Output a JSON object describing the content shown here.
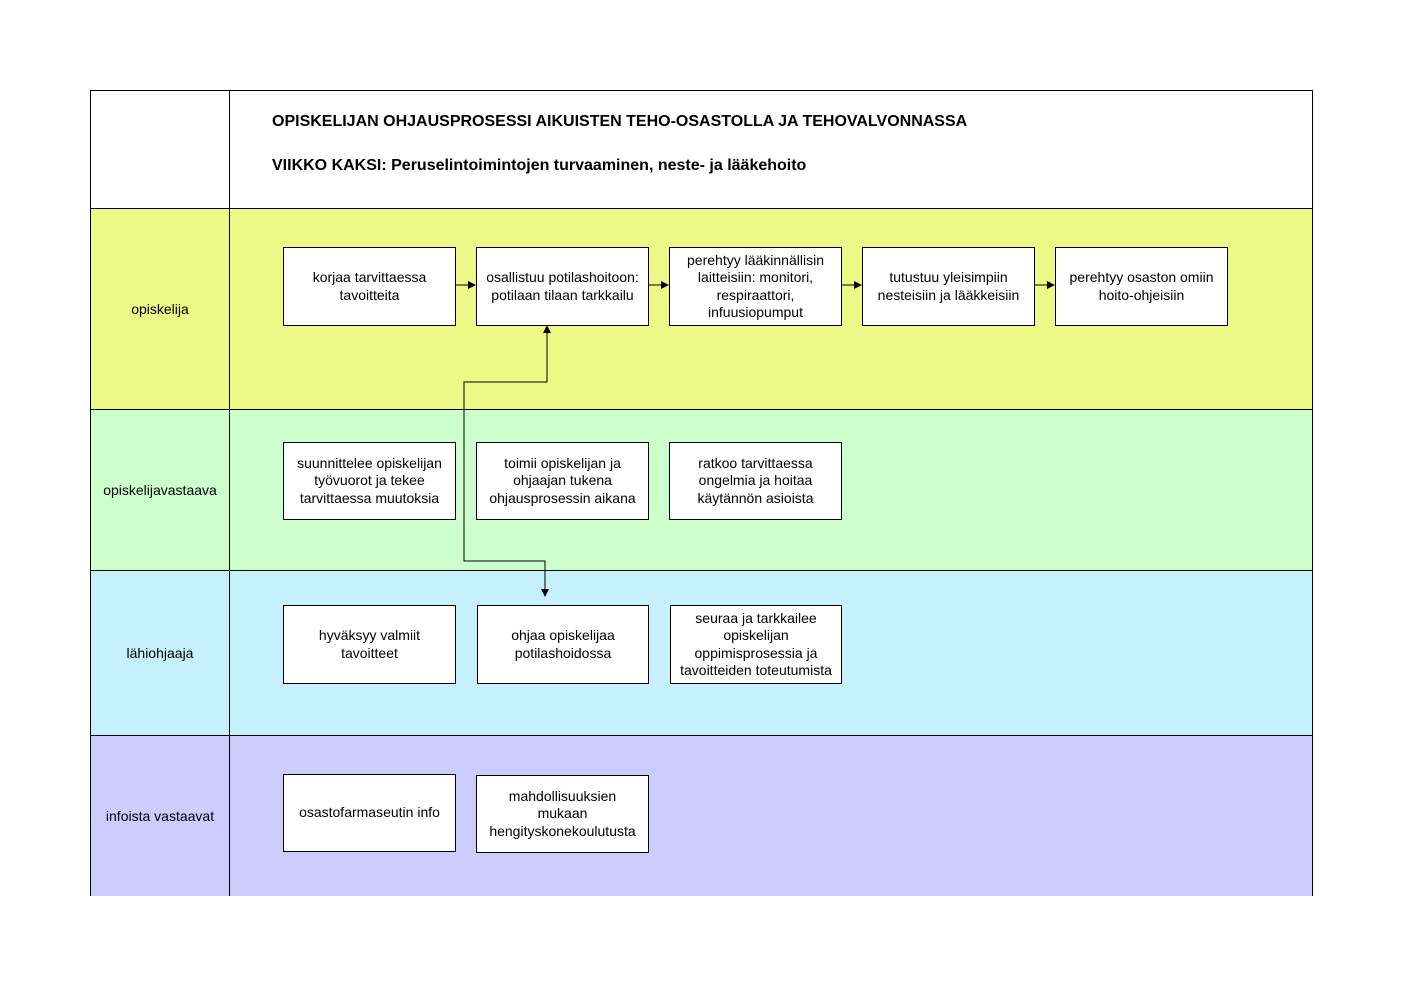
{
  "header": {
    "title": "OPISKELIJAN OHJAUSPROSESSI AIKUISTEN TEHO-OSASTOLLA JA TEHOVALVONNASSA",
    "subtitle": "VIIKKO KAKSI: Peruselintoimintojen turvaaminen, neste- ja lääkehoito"
  },
  "lanes": [
    {
      "label": "opiskelija",
      "color": "#ebf987",
      "boxes": [
        "korjaa tarvittaessa tavoitteita",
        "osallistuu potilashoitoon: potilaan tilaan tarkkailu",
        "perehtyy lääkinnällisin laitteisiin: monitori, respiraattori, infuusiopumput",
        "tutustuu yleisimpiin nesteisiin ja lääkkeisiin",
        "perehtyy osaston omiin hoito-ohjeisiin"
      ]
    },
    {
      "label": "opiskelijavastaava",
      "color": "#ccffcc",
      "boxes": [
        "suunnittelee opiskelijan työvuorot ja tekee tarvittaessa muutoksia",
        "toimii opiskelijan ja ohjaajan tukena ohjausprosessin aikana",
        "ratkoo tarvittaessa ongelmia ja hoitaa käytännön asioista"
      ]
    },
    {
      "label": "lähiohjaaja",
      "color": "#c7f0fd",
      "boxes": [
        "hyväksyy valmiit tavoitteet",
        "ohjaa opiskelijaa potilashoidossa",
        "seuraa ja tarkkailee opiskelijan oppimisprosessia ja tavoitteiden toteutumista"
      ]
    },
    {
      "label": "infoista vastaavat",
      "color": "#ccccff",
      "boxes": [
        "osastofarmaseutin info",
        "mahdollisuuksien mukaan hengityskonekoulutusta"
      ]
    }
  ]
}
